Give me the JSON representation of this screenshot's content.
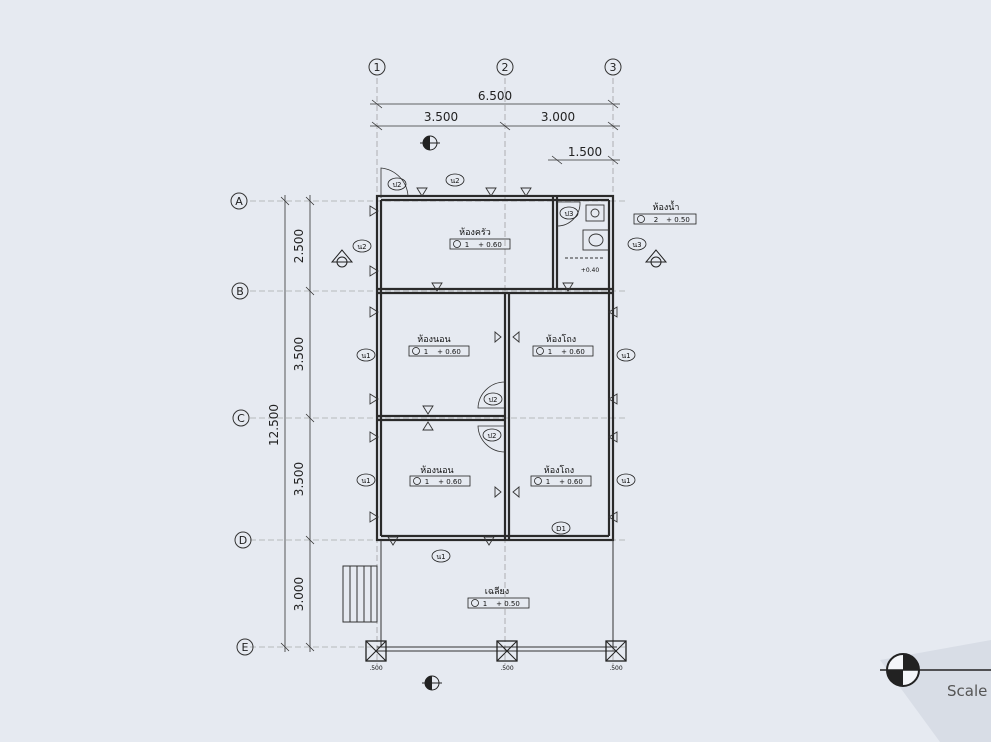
{
  "grid": {
    "columns": [
      "1",
      "2",
      "3"
    ],
    "rows": [
      "A",
      "B",
      "C",
      "D",
      "E"
    ]
  },
  "dimensions": {
    "overall_width": "6.500",
    "bay_1_2": "3.500",
    "bay_2_3": "3.000",
    "bathroom_width": "1.500",
    "overall_depth": "12.500",
    "span_a_b": "2.500",
    "span_b_c": "3.500",
    "span_c_d": "3.500",
    "span_d_e": "3.000",
    "footing": ".500"
  },
  "rooms": [
    {
      "name": "ห้องครัว",
      "level": "1",
      "elev": "+ 0.60"
    },
    {
      "name": "ห้องนอน",
      "level": "1",
      "elev": "+ 0.60"
    },
    {
      "name": "ห้องโถง",
      "level": "1",
      "elev": "+ 0.60"
    },
    {
      "name": "ห้องนอน",
      "level": "1",
      "elev": "+ 0.60"
    },
    {
      "name": "ห้องโถง",
      "level": "1",
      "elev": "+ 0.60"
    },
    {
      "name": "เฉลียง",
      "level": "1",
      "elev": "+ 0.50"
    },
    {
      "name": "ห้องน้ำ",
      "level": "2",
      "elev": "+ 0.50"
    }
  ],
  "tags": {
    "door_p2": "ป2",
    "door_p3": "ป3",
    "door_d1": "D1",
    "window_n1": "น1",
    "window_n2": "น2",
    "window_n3": "น3",
    "small_level": "+0.40"
  },
  "footer": {
    "scale_label": "Scale"
  }
}
